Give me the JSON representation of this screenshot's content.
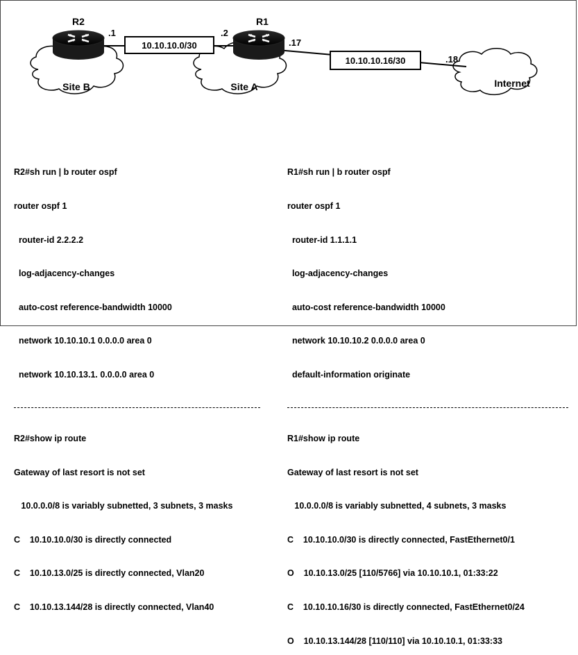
{
  "diagram": {
    "routers": [
      {
        "name": "R2",
        "iface_addr": ".1"
      },
      {
        "name": "R1",
        "iface_addr_left": ".2",
        "iface_addr_right": ".17"
      }
    ],
    "links": [
      {
        "label": "10.10.10.0/30"
      },
      {
        "label": "10.10.10.16/30"
      }
    ],
    "internet_addr": ".18",
    "clouds": [
      {
        "label": "Site B"
      },
      {
        "label": "Site A"
      },
      {
        "label": "Internet"
      }
    ]
  },
  "r2_config": {
    "lines": [
      "R2#sh run | b router ospf",
      "router ospf 1",
      "  router-id 2.2.2.2",
      "  log-adjacency-changes",
      "  auto-cost reference-bandwidth 10000",
      "  network 10.10.10.1 0.0.0.0 area 0",
      "  network 10.10.13.1. 0.0.0.0 area 0"
    ],
    "route_lines": [
      "R2#show ip route",
      "Gateway of last resort is not set",
      "   10.0.0.0/8 is variably subnetted, 3 subnets, 3 masks",
      "C    10.10.10.0/30 is directly connected",
      "C    10.10.13.0/25 is directly connected, Vlan20",
      "C    10.10.13.144/28 is directly connected, Vlan40"
    ]
  },
  "r1_config": {
    "lines": [
      "R1#sh run | b router ospf",
      "router ospf 1",
      "  router-id 1.1.1.1",
      "  log-adjacency-changes",
      "  auto-cost reference-bandwidth 10000",
      "  network 10.10.10.2 0.0.0.0 area 0",
      "  default-information originate"
    ],
    "route_lines": [
      "R1#show ip route",
      "Gateway of last resort is not set",
      "   10.0.0.0/8 is variably subnetted, 4 subnets, 3 masks",
      "C    10.10.10.0/30 is directly connected, FastEthernet0/1",
      "O    10.10.13.0/25 [110/5766] via 10.10.10.1, 01:33:22",
      "C    10.10.10.16/30 is directly connected, FastEthernet0/24",
      "O    10.10.13.144/28 [110/110] via 10.10.10.1, 01:33:33"
    ]
  }
}
